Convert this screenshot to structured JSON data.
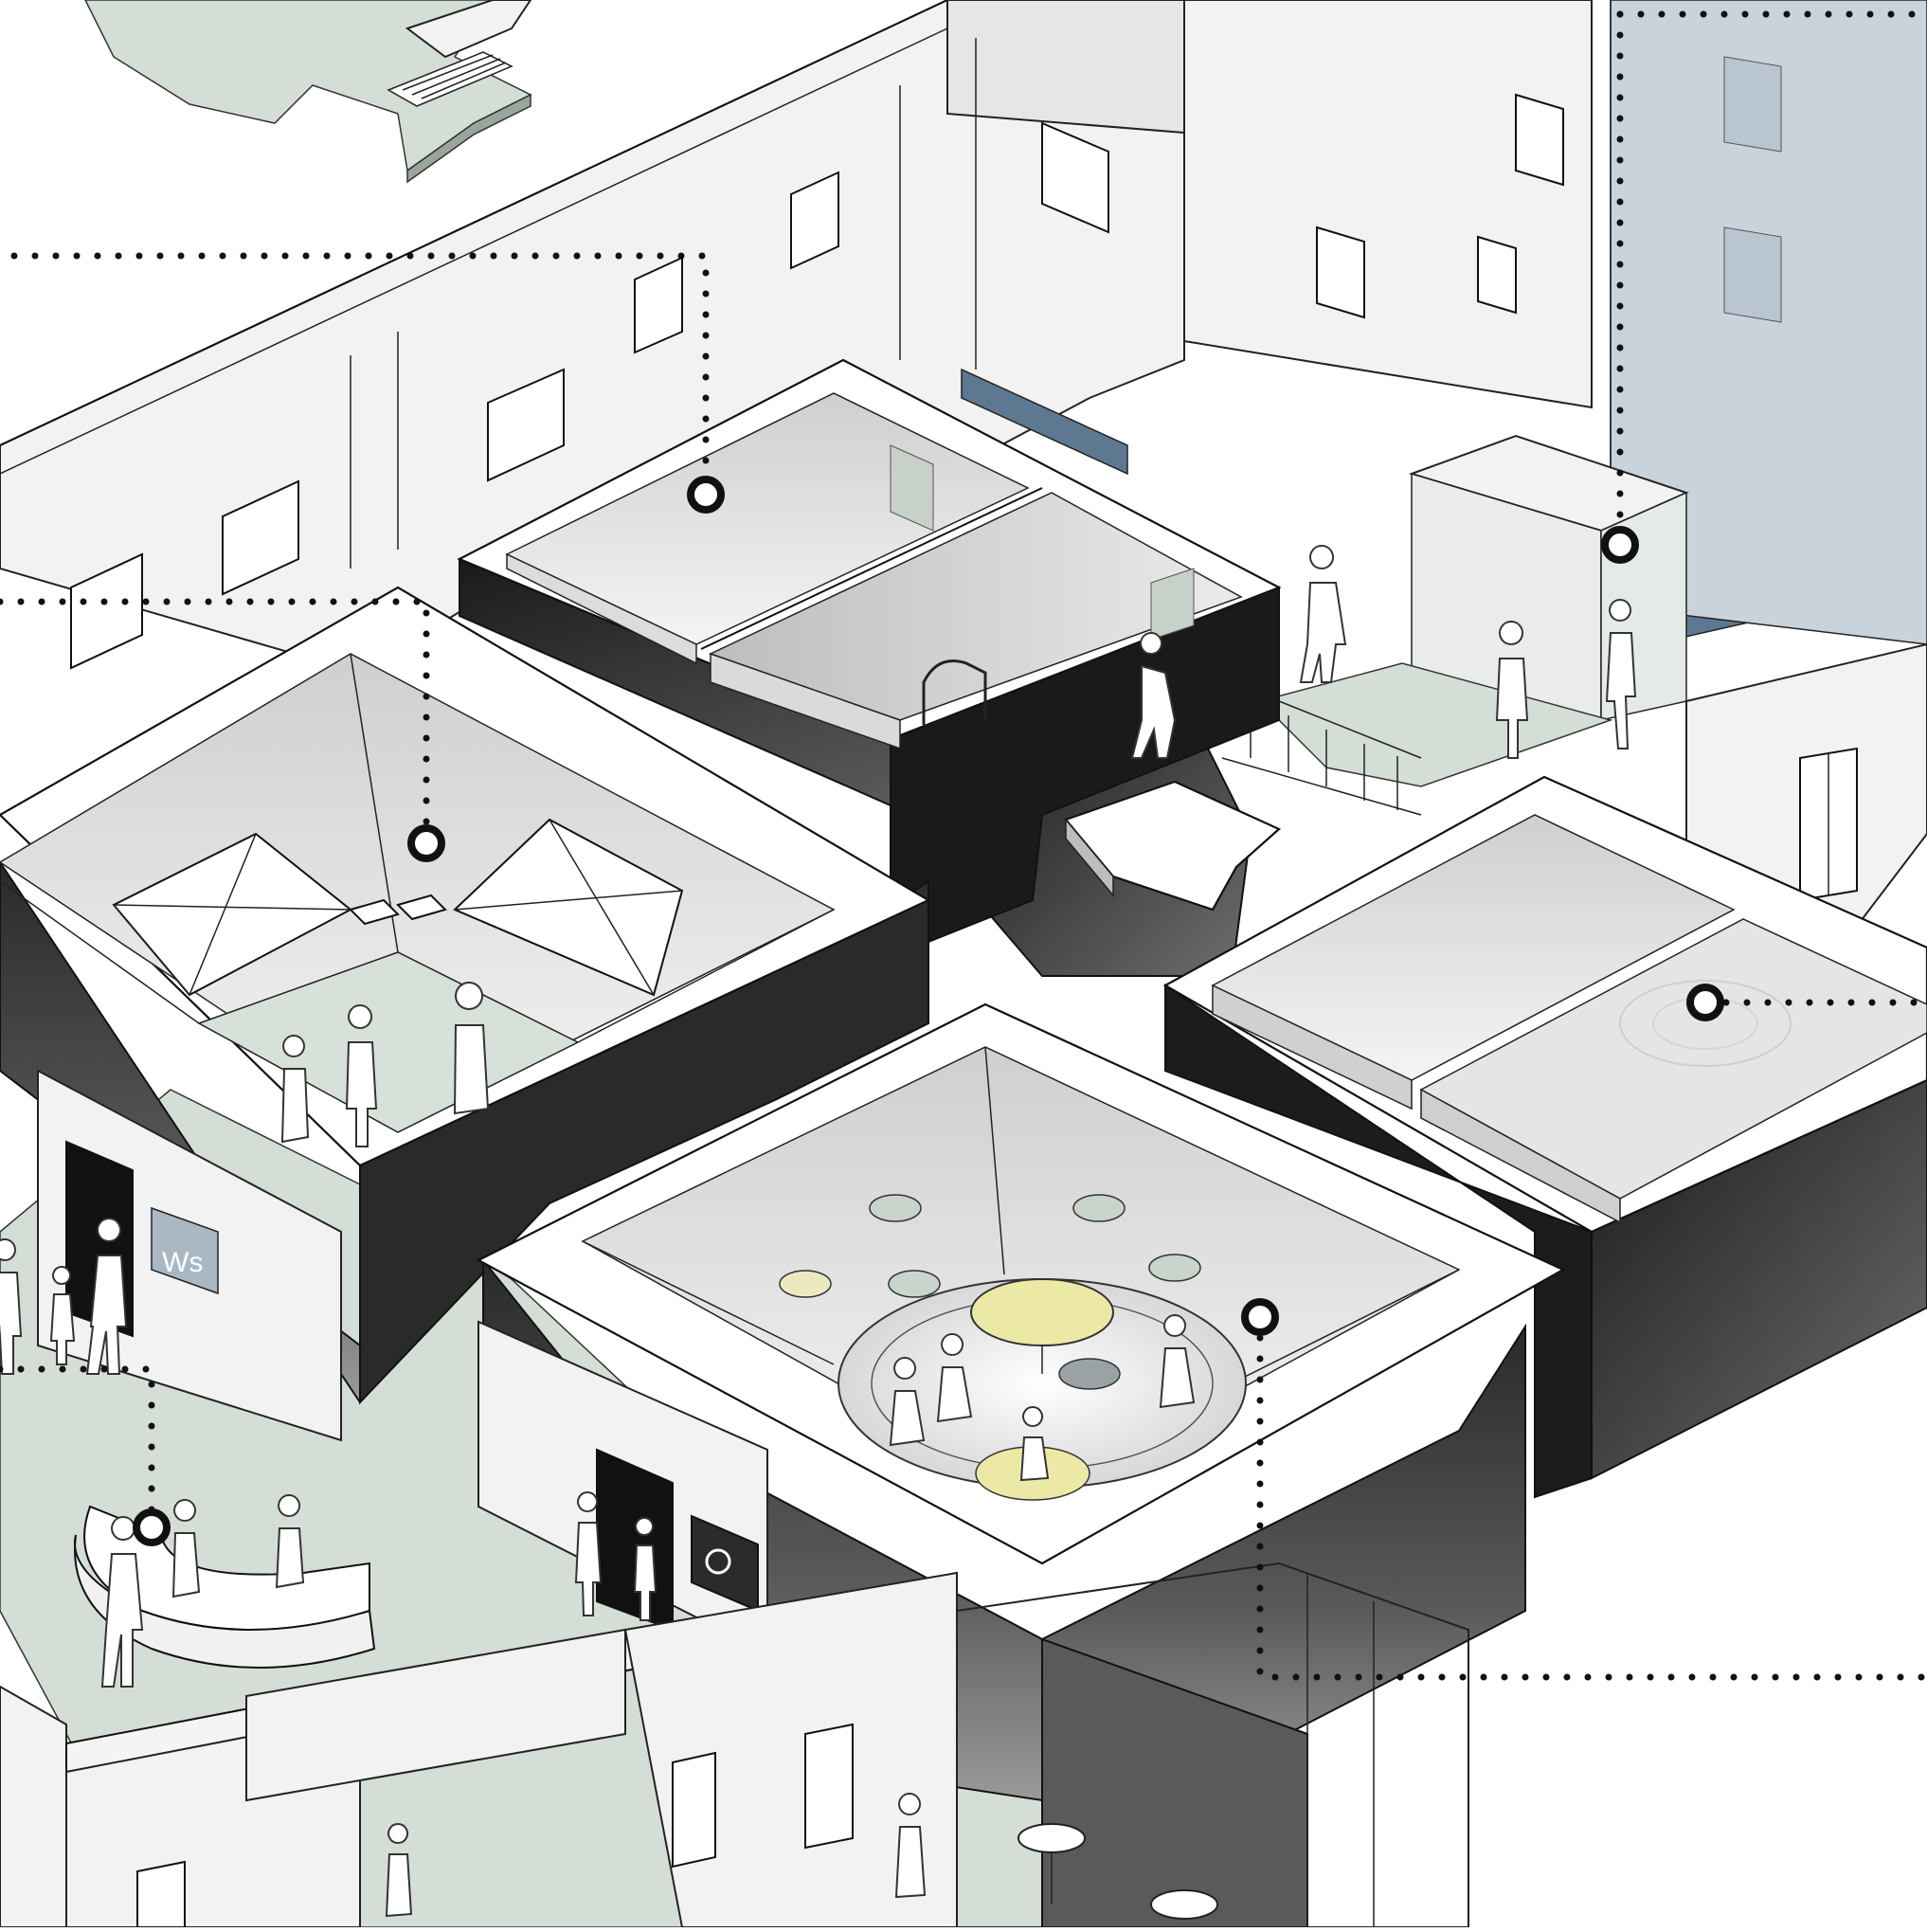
{
  "signs": {
    "workshop_sign": "Ws"
  },
  "colors": {
    "background": "#ffffff",
    "wall_light": "#f2f2f2",
    "floor_sage": "#d4ddd6",
    "volume_dark": "#1a1a1a",
    "accent_blue": "#5d7890",
    "table_yellow": "#ece9a6",
    "disc_green": "#c9d4cc"
  },
  "markers": [
    {
      "name": "marker-rear-gallery"
    },
    {
      "name": "marker-entrance-corner"
    },
    {
      "name": "marker-projection-room"
    },
    {
      "name": "marker-right-gallery"
    },
    {
      "name": "marker-lounge-room"
    },
    {
      "name": "marker-reception"
    }
  ]
}
